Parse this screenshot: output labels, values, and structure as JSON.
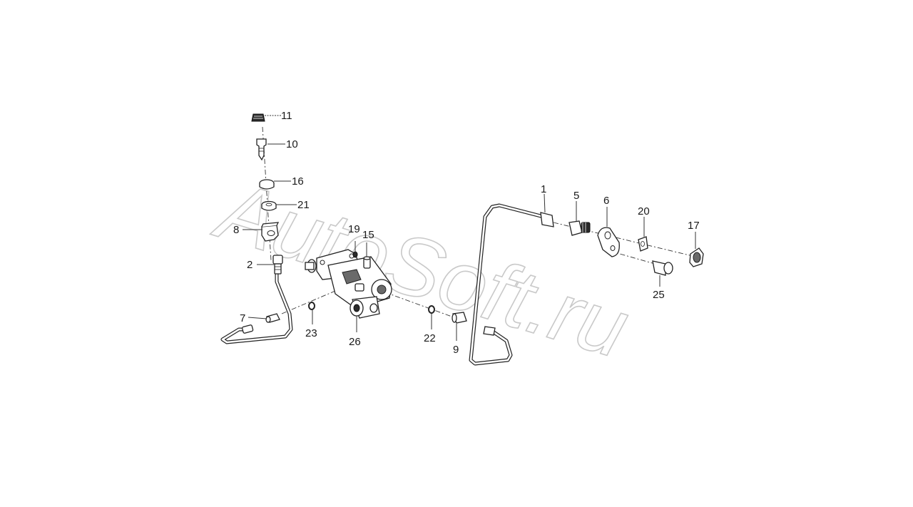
{
  "watermark": "AutoSoft.ru",
  "callouts": {
    "p1": "1",
    "p2": "2",
    "p5": "5",
    "p6": "6",
    "p7": "7",
    "p8": "8",
    "p9": "9",
    "p10": "10",
    "p11": "11",
    "p15": "15",
    "p16": "16",
    "p17": "17",
    "p19": "19",
    "p20": "20",
    "p21": "21",
    "p22": "22",
    "p23": "23",
    "p25": "25",
    "p26": "26"
  }
}
